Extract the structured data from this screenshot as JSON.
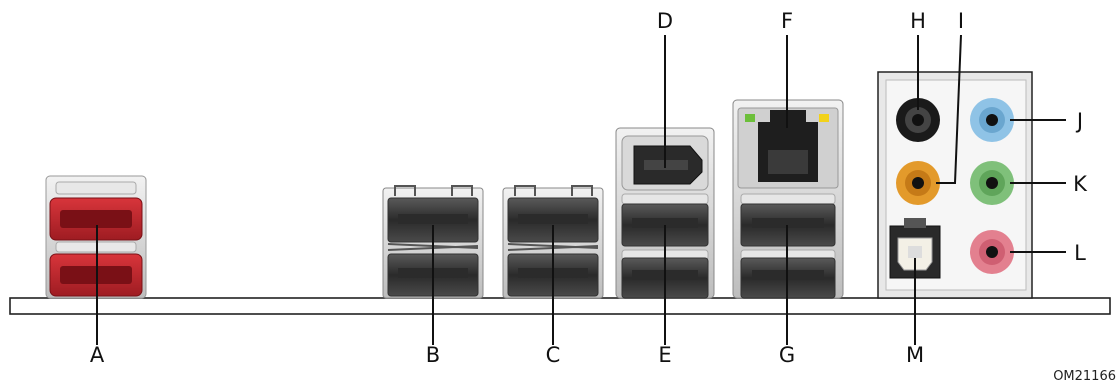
{
  "labels": {
    "A": "A",
    "B": "B",
    "C": "C",
    "D": "D",
    "E": "E",
    "F": "F",
    "G": "G",
    "H": "H",
    "I": "I",
    "J": "J",
    "K": "K",
    "L": "L",
    "M": "M"
  },
  "figure_code": "OM21166",
  "colors": {
    "esata_red": "#c8242b",
    "audio_black": "#1a1a1a",
    "audio_orange": "#e39a2b",
    "audio_blue": "#8fc3e6",
    "audio_green": "#7fc07a",
    "audio_pink": "#e3808f",
    "led_green": "#6cbf3a",
    "led_yellow": "#f2d21b",
    "pin_orange": "#d58a2c"
  }
}
